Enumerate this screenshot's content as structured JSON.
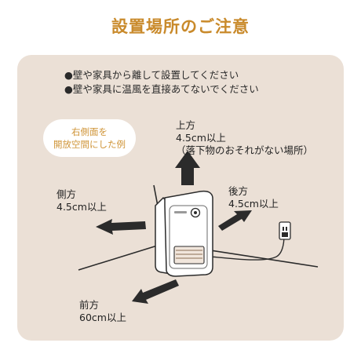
{
  "colors": {
    "title": "#c98a2b",
    "panel": "#ebe0d6",
    "badge_text": "#cf9437",
    "text": "#222222",
    "arrow": "#2b2b2b"
  },
  "title": "設置場所のご注意",
  "notes": [
    "●壁や家具から離して設置してください",
    "●壁や家具に温風を直接あてないでください"
  ],
  "badge": {
    "line1": "右側面を",
    "line2": "開放空間にした例"
  },
  "labels": {
    "top": {
      "line1": "上方",
      "line2": "4.5cm以上",
      "line3": "（落下物のおそれがない場所）"
    },
    "left": {
      "line1": "側方",
      "line2": "4.5cm以上"
    },
    "back": {
      "line1": "後方",
      "line2": "4.5cm以上"
    },
    "front": {
      "line1": "前方",
      "line2": "60cm以上"
    }
  },
  "icons": {
    "heater": "heater-icon",
    "outlet": "wall-outlet-icon",
    "arrows": "direction-arrow-icon"
  }
}
